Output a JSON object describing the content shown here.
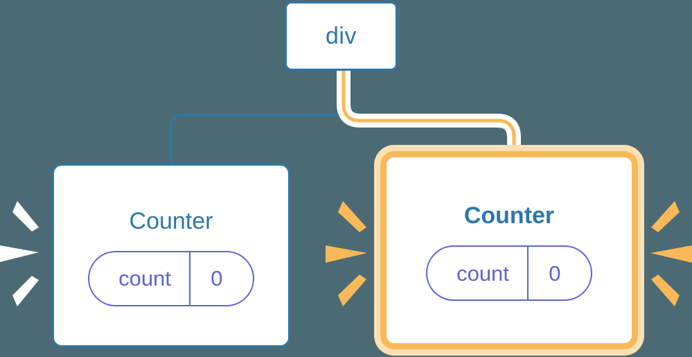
{
  "diagram": {
    "title": "component-tree-reactivity-diagram",
    "background_color": "#4c6a74",
    "nodes": [
      {
        "id": "div",
        "label": "div",
        "type": "element-node",
        "highlighted": false,
        "border_color": "#2e77a6",
        "text_color": "#2f77a7"
      },
      {
        "id": "counter-left",
        "label": "Counter",
        "type": "component-node",
        "highlighted": false,
        "border_color": "#2e77a6",
        "text_color": "#2f77a7",
        "state": {
          "key": "count",
          "value": "0"
        }
      },
      {
        "id": "counter-right",
        "label": "Counter",
        "type": "component-node",
        "highlighted": true,
        "border_color": "#f9b959",
        "glow_color": "#fae0b4",
        "text_color": "#2f77a7",
        "state": {
          "key": "count",
          "value": "0"
        }
      }
    ],
    "edges": [
      {
        "id": "edge-div-to-counter-left",
        "from": "div",
        "to": "counter-left",
        "color": "#2e77a6",
        "highlighted": false
      },
      {
        "id": "edge-div-to-counter-right",
        "from": "div",
        "to": "counter-right",
        "color": "#f9b959",
        "halo_color": "#ffffff",
        "highlighted": true
      }
    ],
    "bursts": [
      {
        "id": "burst-counter-left-outside",
        "color": "#ffffff",
        "side": "left"
      },
      {
        "id": "burst-counter-right-left",
        "color": "#f9b959",
        "side": "left"
      },
      {
        "id": "burst-counter-right-right",
        "color": "#f9b959",
        "side": "right"
      }
    ],
    "palette": {
      "blue": "#2e77a6",
      "orange": "#f9b959",
      "orange_pale": "#fae0b4",
      "indigo": "#5e63d6",
      "white": "#ffffff",
      "slate": "#4c6a74"
    }
  }
}
